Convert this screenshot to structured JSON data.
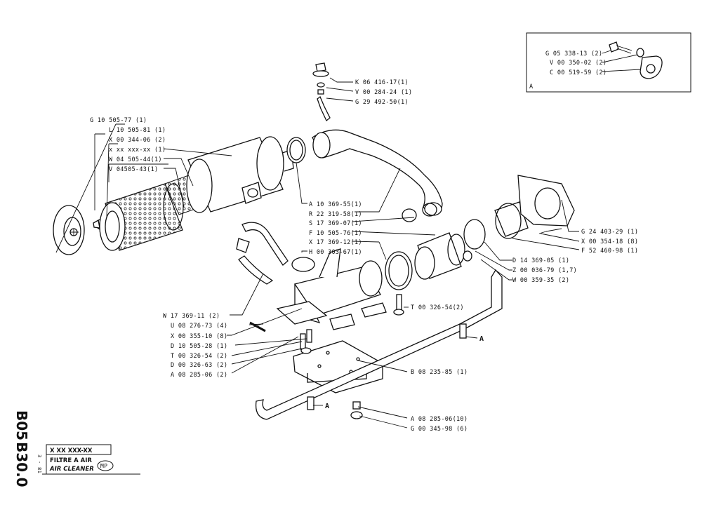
{
  "inset": {
    "label": "A"
  },
  "labels": [
    "G 10 505-77 (1)",
    "L 10 505-81 (1)",
    "X 00 344-06 (2)",
    "x xx xxx-xx (1)",
    "W 04 505-44(1)",
    "V 04505-43(1)",
    "K 06 416-17(1)",
    "V 00 284-24 (1)",
    "G 29 492-50(1)",
    "A 10 369-55(1)",
    "R 22 319-58(1)",
    "S 17 369-07(1)",
    "F 10 505-76(1)",
    "X 17 369-12(1)",
    "H 00 303-67(1)",
    "W 17 369-11 (2)",
    "U 08 276-73 (4)",
    "X 00 355-10 (8)",
    "D 10 505-28 (1)",
    "T 00 326-54 (2)",
    "D 00 326-63 (2)",
    "A 08 285-06 (2)",
    "T 00 326-54(2)",
    "B 08 235-85 (1)",
    "A 08 285-06(10)",
    "G 00 345-98 (6)",
    "G 24 403-29 (1)",
    "X 00 354-18 (8)",
    "F 52 460-98 (1)",
    "D 14 369-05 (1)",
    "Z 00 036-79 (1,7)",
    "W 00 359-35 (2)",
    "G 05 338-13 (2)",
    "V 00 350-02 (2)",
    "C 00 519-59 (2)"
  ],
  "markers": [
    "A",
    "A"
  ],
  "title_block": {
    "section_code": "B05",
    "page_code": "B30.0",
    "part_number": "X XX XXX-XX",
    "date": "3 - 81",
    "title_fr": "FILTRE A AIR",
    "title_en": "AIR CLEANER",
    "badge": "MP"
  }
}
